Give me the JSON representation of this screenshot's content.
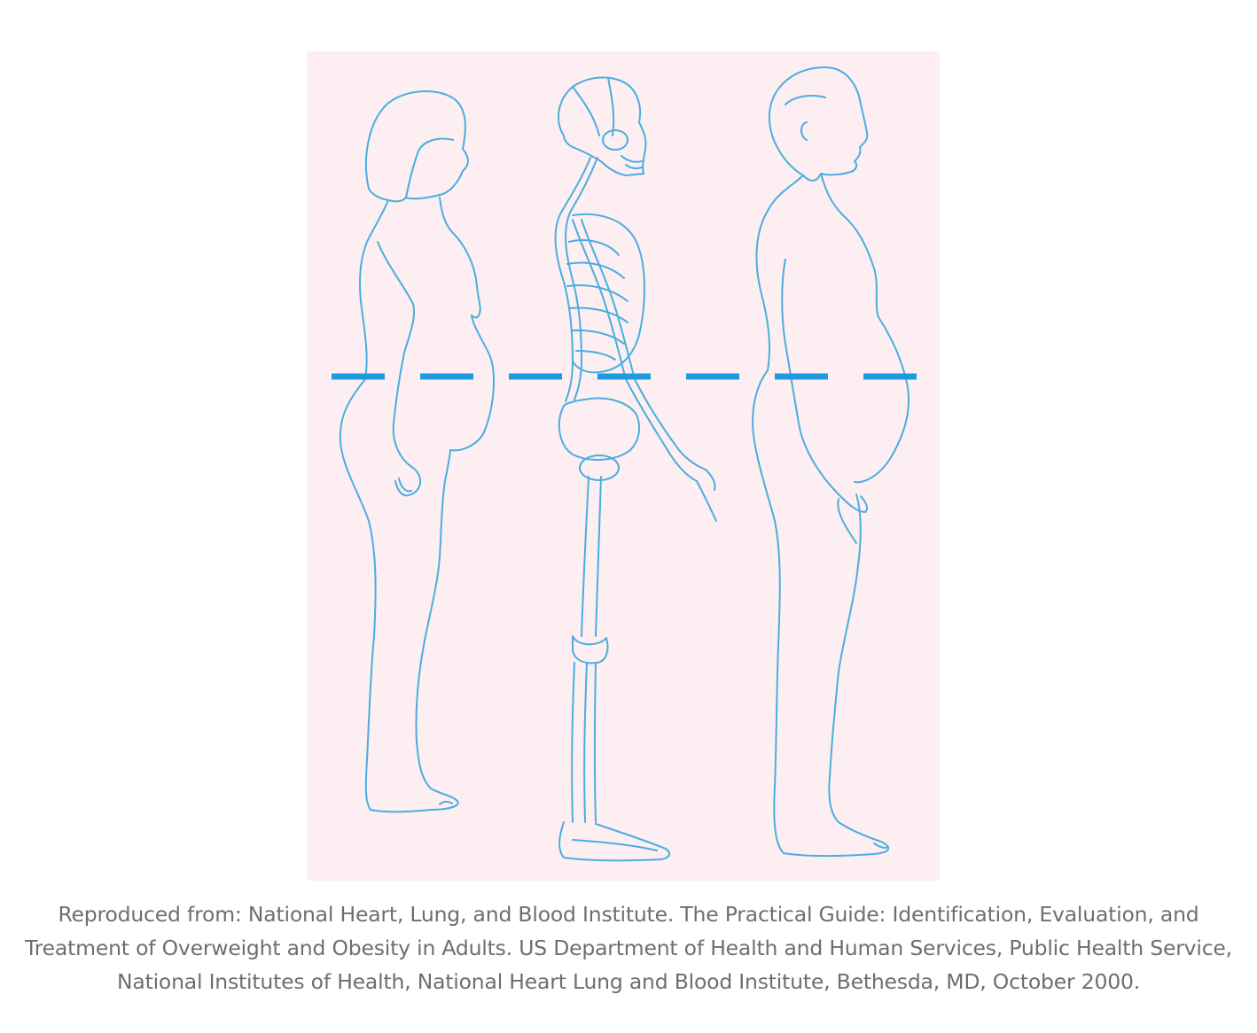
{
  "figure": {
    "panel_color": "#fdeef2",
    "outline_color": "#4aaee0",
    "waist_line_color": "#1f9ae0",
    "figures": [
      "female-silhouette",
      "skeleton",
      "male-silhouette"
    ]
  },
  "caption": {
    "line1": "Reproduced from: National Heart, Lung, and Blood Institute. The Practical Guide: Identification, Evaluation, and",
    "line2": "Treatment of Overweight and Obesity in Adults. US Department of Health and Human Services, Public Health Service,",
    "line3": "National Institutes of Health, National Heart Lung and Blood Institute, Bethesda, MD, October 2000."
  }
}
